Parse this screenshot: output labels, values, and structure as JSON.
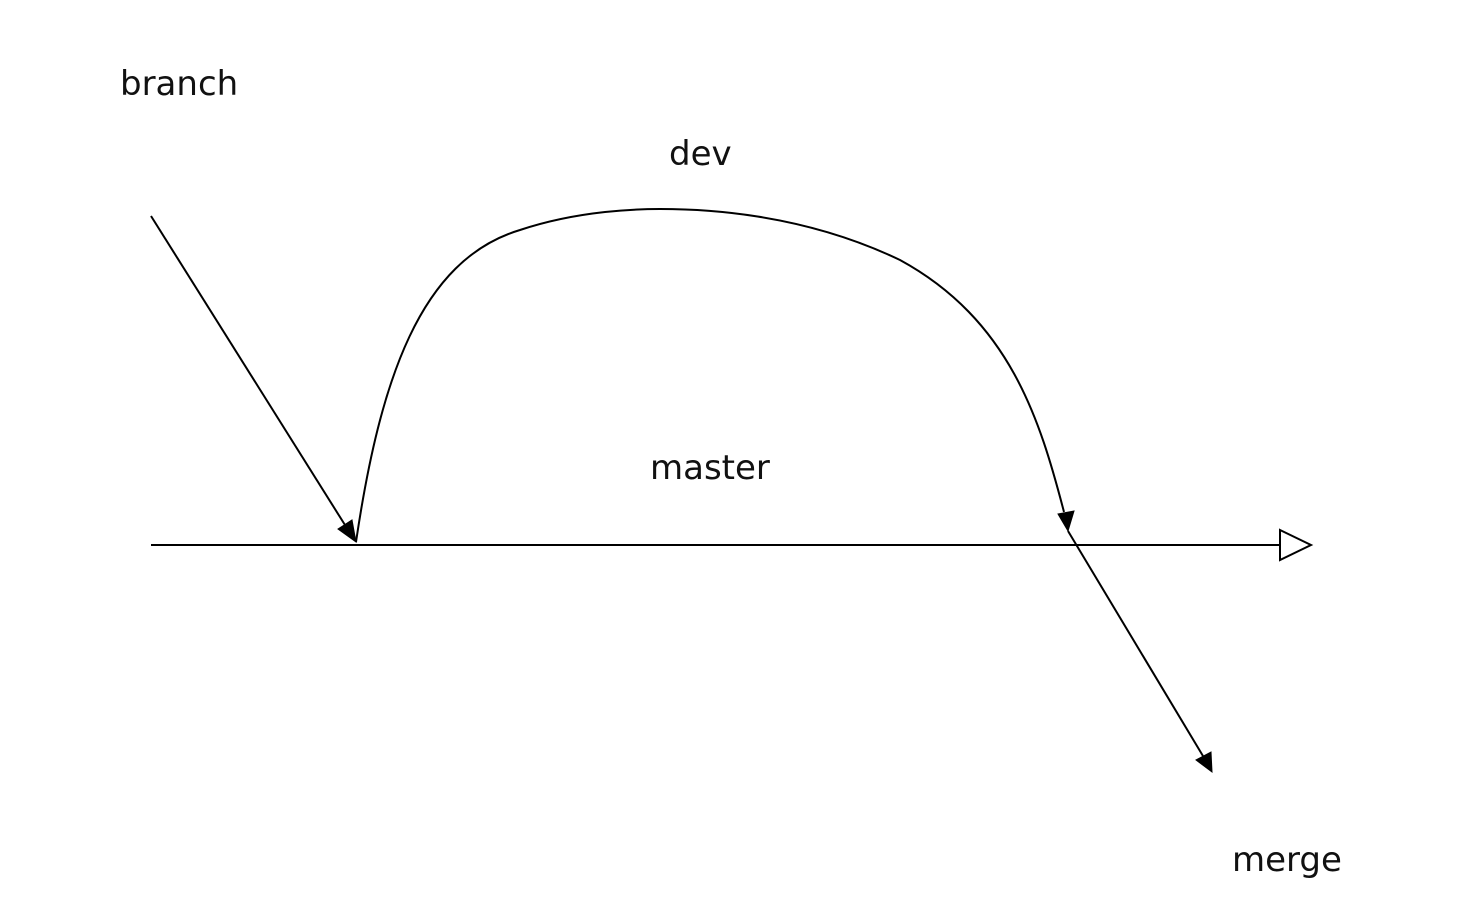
{
  "labels": {
    "branch": "branch",
    "dev": "dev",
    "master": "master",
    "merge": "merge"
  },
  "edges": [
    {
      "id": "branch-arrow",
      "text": "branch"
    },
    {
      "id": "dev-curve",
      "text": "dev"
    },
    {
      "id": "master-line",
      "text": "master"
    },
    {
      "id": "merge-arrow",
      "text": "merge"
    }
  ],
  "colors": {
    "line": "#000000",
    "text": "#111111",
    "background": "#ffffff"
  }
}
